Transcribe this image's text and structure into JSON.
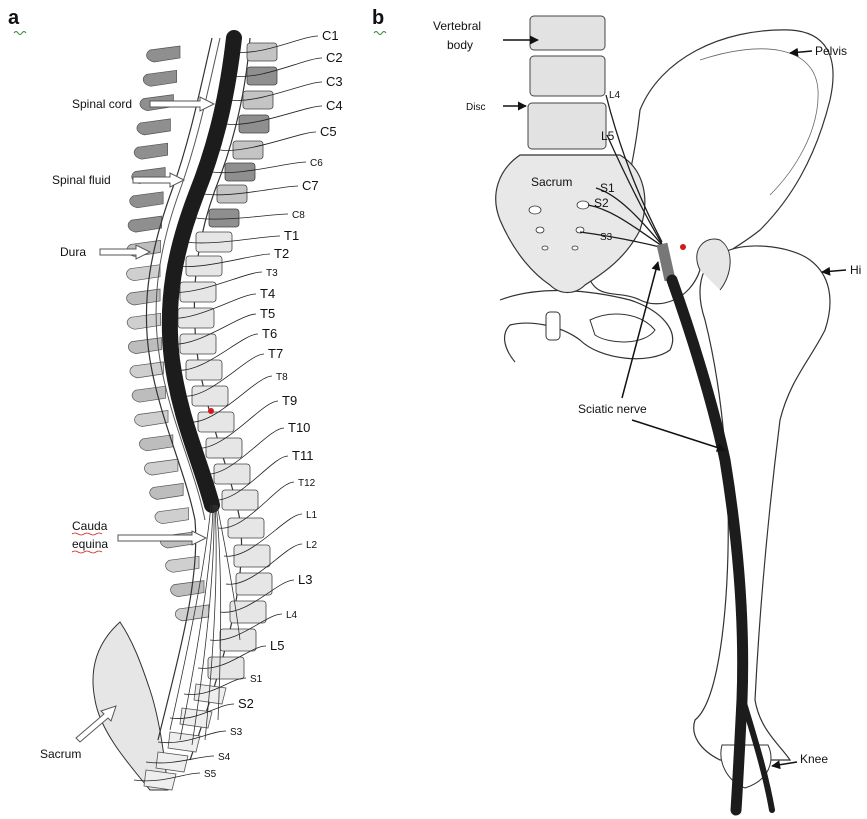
{
  "panels": {
    "a": "a",
    "b": "b"
  },
  "panel_a": {
    "labels": {
      "spinal_cord": "Spinal cord",
      "spinal_fluid": "Spinal fluid",
      "dura": "Dura",
      "cauda_equina_1": "Cauda",
      "cauda_equina_2": "equina",
      "sacrum": "Sacrum"
    },
    "levels": [
      "C1",
      "C2",
      "C3",
      "C4",
      "C5",
      "C6",
      "C7",
      "C8",
      "T1",
      "T2",
      "T3",
      "T4",
      "T5",
      "T6",
      "T7",
      "T8",
      "T9",
      "T10",
      "T11",
      "T12",
      "L1",
      "L2",
      "L3",
      "L4",
      "L5",
      "S1",
      "S2",
      "S3",
      "S4",
      "S5"
    ]
  },
  "panel_b": {
    "labels": {
      "vertebral_1": "Vertebral",
      "vertebral_2": "body",
      "disc": "Disc",
      "pelvis": "Pelvis",
      "hip": "Hi",
      "sacrum": "Sacrum",
      "sciatic_nerve": "Sciatic nerve",
      "knee": "Knee"
    },
    "roots": [
      "L4",
      "L5",
      "S1",
      "S2",
      "S3"
    ]
  },
  "colors": {
    "cord": "#1c1c1c",
    "bone_light": "#e6e6e6",
    "bone_mid": "#c4c4c4",
    "bone_dark": "#8f8f8f",
    "marker": "#d11a1a"
  }
}
